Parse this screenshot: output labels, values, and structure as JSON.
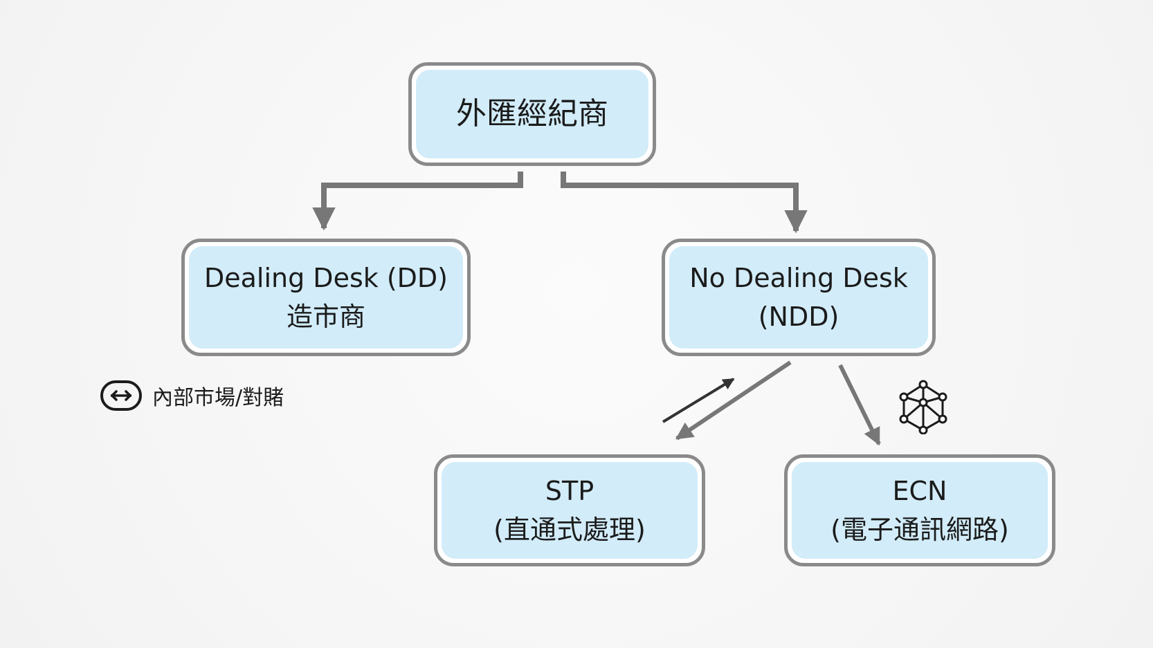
{
  "diagram": {
    "nodes": {
      "root": {
        "lines": [
          "外匯經紀商"
        ]
      },
      "dd": {
        "lines": [
          "Dealing Desk (DD)",
          "造市商"
        ]
      },
      "ndd": {
        "lines": [
          "No Dealing Desk",
          "(NDD)"
        ]
      },
      "stp": {
        "lines": [
          "STP",
          "(直通式處理)"
        ]
      },
      "ecn": {
        "lines": [
          "ECN",
          "(電子通訊網路)"
        ]
      }
    },
    "legend": {
      "icon": "double-arrow-icon",
      "text": "內部市場/對賭"
    },
    "icons": {
      "network": "network-icon"
    },
    "colors": {
      "node_fill": "#d2ecf9",
      "node_border": "#8a8a8a",
      "connector": "#777777",
      "text": "#1b1b1b"
    }
  }
}
